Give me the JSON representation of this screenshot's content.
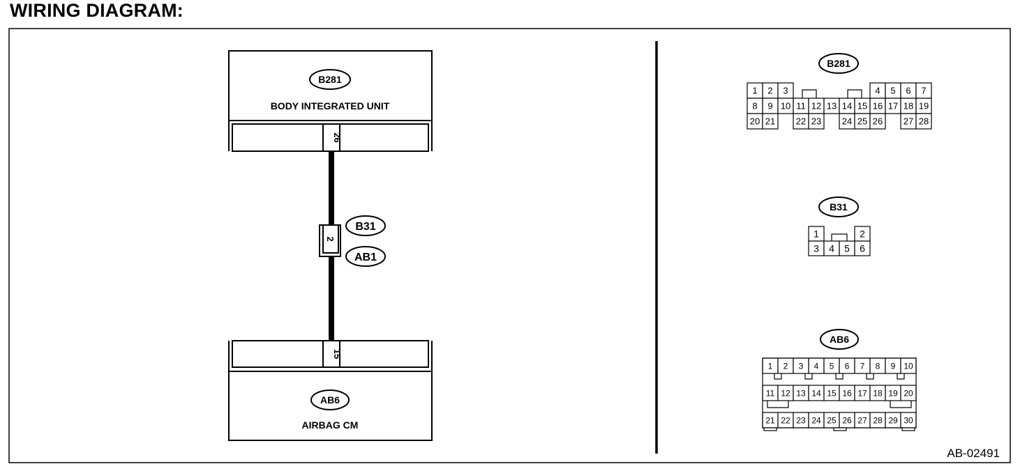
{
  "heading": "WIRING DIAGRAM:",
  "figure_id": "AB-02491",
  "colors": {
    "line": "#000000",
    "background": "#ffffff"
  },
  "units": [
    {
      "connector": "B281",
      "name": "BODY INTEGRATED UNIT",
      "terminal": "26"
    },
    {
      "connector": "AB6",
      "name": "AIRBAG CM",
      "terminal": "15"
    }
  ],
  "inline_connector": {
    "terminal": "2",
    "labels": [
      "B31",
      "AB1"
    ]
  },
  "connector_views": [
    {
      "id": "B281",
      "rows": [
        [
          "1",
          "2",
          "3",
          "",
          "",
          "",
          "",
          "",
          "",
          "4",
          "5",
          "6",
          "7"
        ],
        [
          "8",
          "9",
          "10",
          "11",
          "12",
          "13",
          "14",
          "15",
          "16",
          "17",
          "18",
          "19"
        ],
        [
          "20",
          "21",
          "",
          "22",
          "23",
          "",
          "24",
          "25",
          "26",
          "",
          "27",
          "28"
        ]
      ]
    },
    {
      "id": "B31",
      "rows": [
        [
          "1",
          "",
          "",
          "2"
        ],
        [
          "3",
          "4",
          "5",
          "6"
        ]
      ]
    },
    {
      "id": "AB6",
      "rows": [
        [
          "1",
          "2",
          "3",
          "4",
          "5",
          "6",
          "7",
          "8",
          "9",
          "10"
        ],
        [
          "11",
          "12",
          "13",
          "14",
          "15",
          "16",
          "17",
          "18",
          "19",
          "20"
        ],
        [
          "21",
          "22",
          "23",
          "24",
          "25",
          "26",
          "27",
          "28",
          "29",
          "30"
        ]
      ]
    }
  ]
}
